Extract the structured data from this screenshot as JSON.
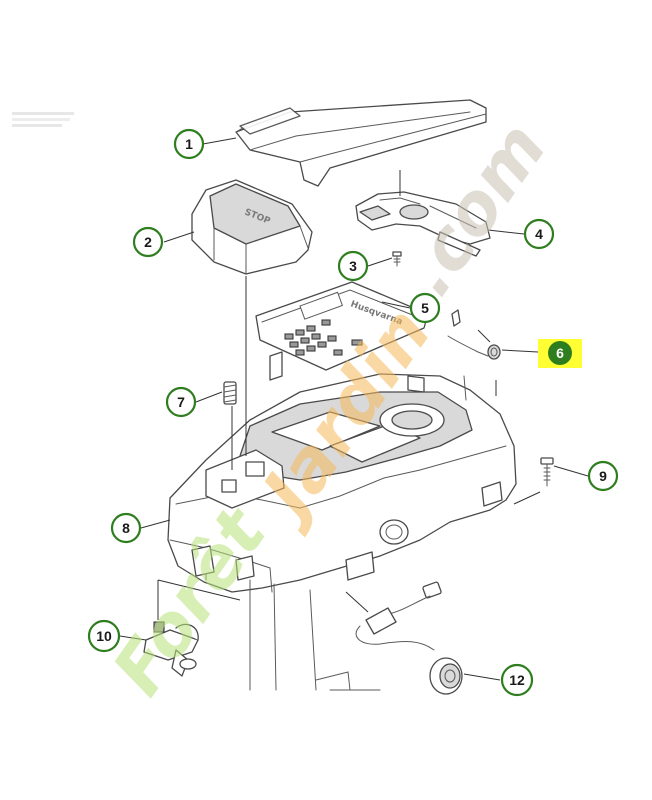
{
  "diagram": {
    "callouts": [
      {
        "label": "1"
      },
      {
        "label": "2"
      },
      {
        "label": "3"
      },
      {
        "label": "4"
      },
      {
        "label": "5"
      },
      {
        "label": "6",
        "highlighted": true
      },
      {
        "label": "7"
      },
      {
        "label": "8"
      },
      {
        "label": "9"
      },
      {
        "label": "10"
      },
      {
        "label": "12"
      }
    ],
    "stop_button_text": "STOP",
    "keypad_brand": "Husqvarna",
    "watermark": {
      "part_a": "Forêt",
      "part_b": "Jardin",
      "part_c": ".com"
    },
    "colors": {
      "callout_ring": "#2e7d1e",
      "highlight": "#ffff33",
      "watermark_green": "#b7e27a",
      "watermark_orange": "#f5b95a",
      "watermark_grey": "#c9c2b4"
    }
  }
}
